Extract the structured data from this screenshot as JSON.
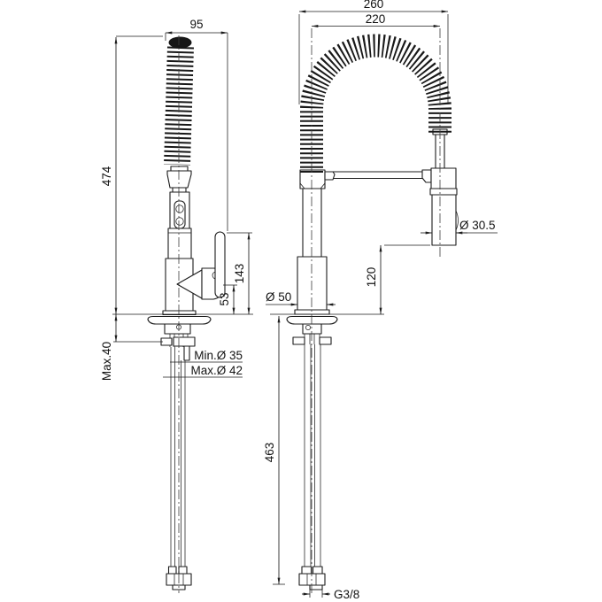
{
  "drawing": {
    "side_view": {
      "dim_spray_width": "95",
      "dim_total_height": "474",
      "dim_handle_height": "143",
      "dim_spout_height": "53",
      "dim_deck_thickness": "Max.40",
      "dim_hole_min": "Min.Ø 35",
      "dim_hole_max": "Max.Ø 42"
    },
    "front_view": {
      "dim_overall_width": "260",
      "dim_center_width": "220",
      "dim_spray_diameter": "Ø 30.5",
      "dim_body_diameter": "Ø 50",
      "dim_outlet_height": "120",
      "dim_hose_length": "463",
      "dim_connection_thread": "G3/8"
    },
    "line_color": "#1c1c1c",
    "background_color": "#ffffff"
  }
}
